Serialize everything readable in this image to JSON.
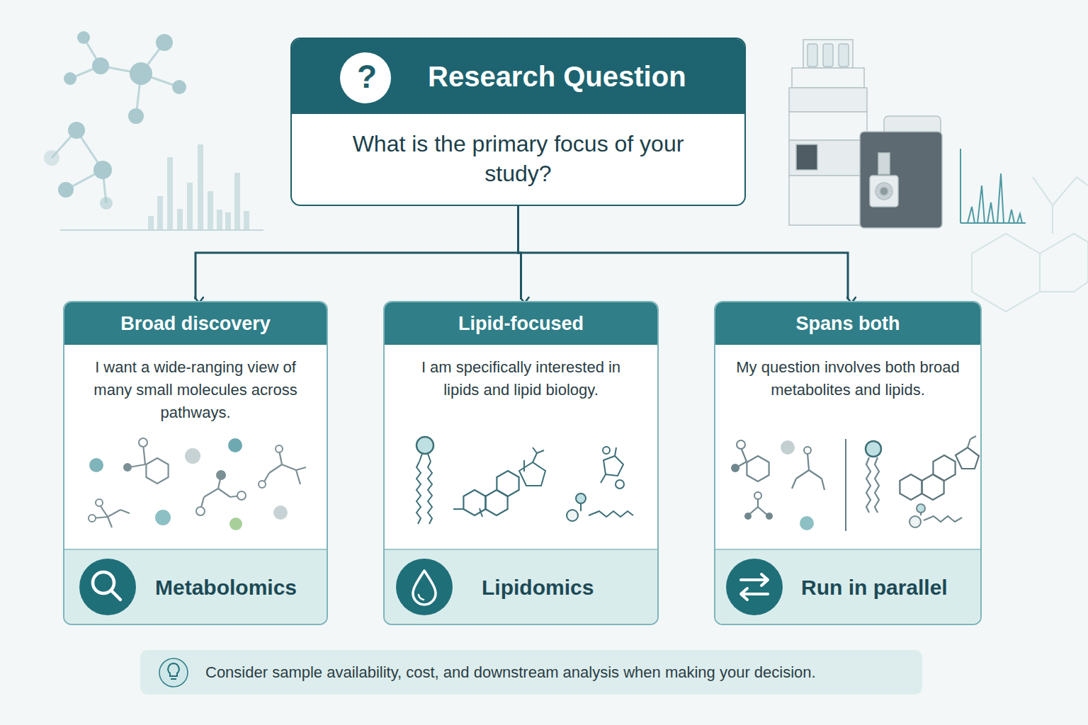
{
  "diagram": {
    "nodes": [
      {
        "text": [
          "Research Question",
          "What is the primary focus of your study?"
        ]
      },
      {
        "text": [
          "Broad discovery",
          "I want a wide-ranging view of many small molecules across pathways."
        ]
      },
      {
        "text": [
          "Metabolomics"
        ],
        "in": 1
      },
      {
        "text": [
          "Lipid-focused",
          "I am specifically interested in lipids and lipid biology."
        ]
      },
      {
        "text": [
          "Lipidomics"
        ],
        "in": 3
      },
      {
        "text": [
          "Spans both",
          "My question involves both broad metabolites and lipids."
        ]
      },
      {
        "text": [
          "Run in parallel"
        ],
        "in": 5
      },
      {
        "text": [
          "Consider sample availability, cost, and downstream analysis when making your decision."
        ]
      }
    ],
    "edges": [
      {
        "from": 0,
        "to": 1,
        "arrow": "to"
      },
      {
        "from": 0,
        "to": 3,
        "arrow": "to"
      },
      {
        "from": 0,
        "to": 5,
        "arrow": "to"
      }
    ],
    "labels": [
      "?"
    ]
  }
}
